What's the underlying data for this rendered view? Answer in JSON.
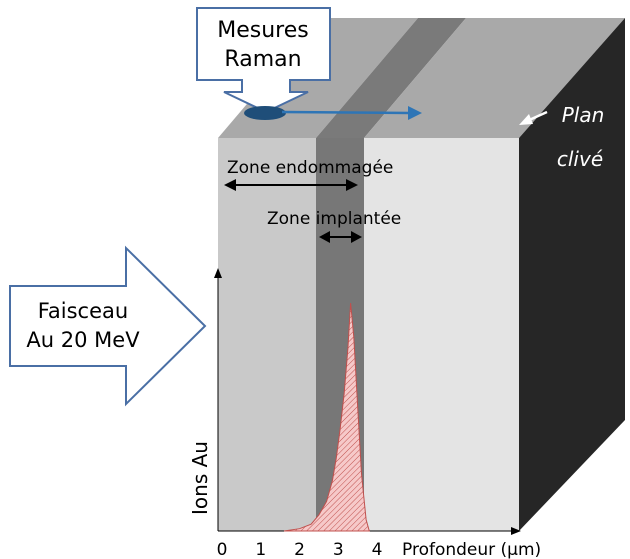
{
  "labels": {
    "raman_line1": "Mesures",
    "raman_line2": "Raman",
    "plan_line1": "Plan",
    "plan_line2": "clivé",
    "zone_damaged": "Zone endommagée",
    "zone_implanted": "Zone implantée",
    "beam_line1": "Faisceau",
    "beam_line2": "Au 20 MeV"
  },
  "colors": {
    "front_light": "#c9c9c9",
    "front_lighter": "#e4e4e4",
    "implanted_band": "#777777",
    "top_face": "#a9a9a9",
    "top_band": "#7a7a7a",
    "side_face": "#262626",
    "raman_dot": "#1f4e79",
    "raman_arrow": "#2e75b6",
    "beam_arrow": "#4a6fa5",
    "profile_fill": "#f2b8b8",
    "profile_stroke": "#c0504d"
  },
  "chart_data": {
    "type": "area",
    "xlabel": "Profondeur (µm)",
    "ylabel": "Ions Au",
    "x_ticks": [
      "0",
      "1",
      "2",
      "3",
      "4"
    ],
    "xlim": [
      0,
      4
    ],
    "series": [
      {
        "x": [
          1.6,
          2.0,
          2.3,
          2.5,
          2.7,
          2.85,
          2.95,
          3.05,
          3.15,
          3.25,
          3.32,
          3.4,
          3.5,
          3.6,
          3.72,
          3.8
        ],
        "values": [
          0.0,
          0.01,
          0.03,
          0.07,
          0.13,
          0.22,
          0.32,
          0.45,
          0.6,
          0.8,
          1.0,
          0.85,
          0.55,
          0.25,
          0.05,
          0.0
        ]
      }
    ]
  }
}
